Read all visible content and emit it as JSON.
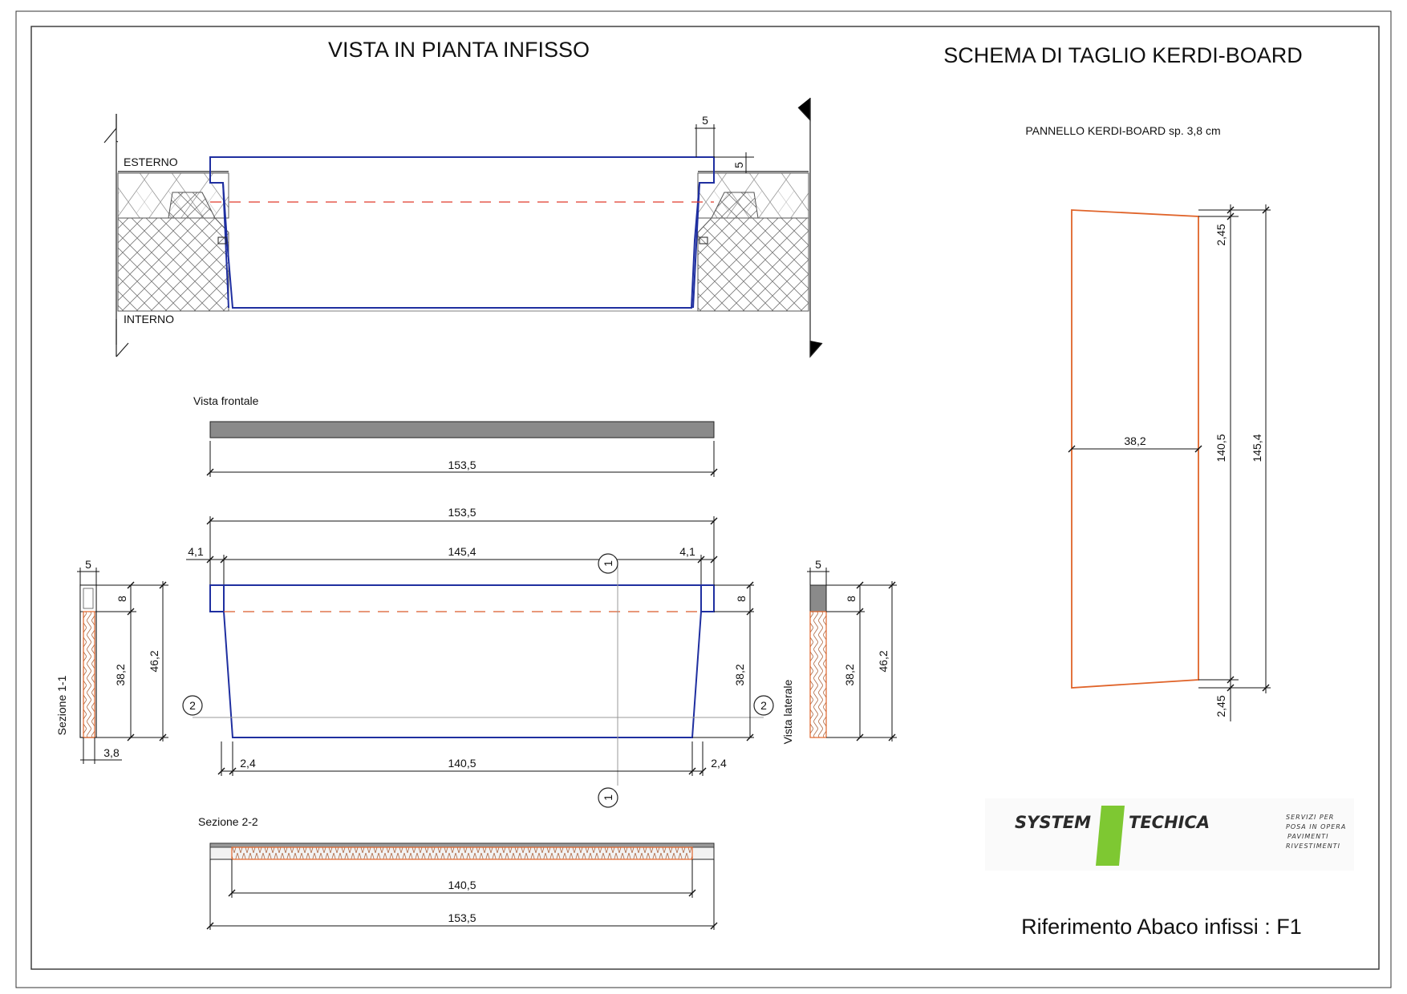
{
  "drawing": {
    "left_title": "VISTA IN PIANTA INFISSO",
    "right_title": "SCHEMA DI TAGLIO KERDI-BOARD",
    "plan": {
      "esterno": "ESTERNO",
      "interno": "INTERNO",
      "dim_frame_width": "5",
      "dim_frame_depth": "5"
    },
    "front_view": {
      "label": "Vista frontale",
      "dim_total": "153,5"
    },
    "main": {
      "dim_total": "153,5",
      "dim_left_flange": "4,1",
      "dim_inner": "145,4",
      "dim_right_flange": "4,1",
      "dim_top_band": "8",
      "dim_height": "38,2",
      "dim_bottom_left": "2,4",
      "dim_bottom": "140,5",
      "dim_bottom_right": "2,4",
      "marker_1": "1",
      "marker_2": "2"
    },
    "section_11": {
      "label": "Sezione 1-1",
      "dim_width": "5",
      "dim_top": "8",
      "dim_height": "38,2",
      "dim_total": "46,2",
      "dim_thickness": "3,8"
    },
    "side_view": {
      "label": "Vista laterale",
      "dim_width": "5",
      "dim_top": "8",
      "dim_height": "38,2",
      "dim_total": "46,2"
    },
    "section_22": {
      "label": "Sezione 2-2",
      "dim_inner": "140,5",
      "dim_total": "153,5"
    },
    "panel": {
      "label": "PANNELLO KERDI-BOARD sp. 3,8 cm",
      "dim_width": "38,2",
      "dim_top_offset": "2,45",
      "dim_inner_length": "140,5",
      "dim_total_length": "145,4",
      "dim_bottom_offset": "2,45"
    },
    "logo": {
      "left": "SYSTEM",
      "right": "TECHICA",
      "tagline": [
        "SERVIZI PER",
        "POSA IN OPERA",
        "PAVIMENTI",
        "RIVESTIMENTI"
      ]
    },
    "reference": "Riferimento Abaco infissi : F1"
  },
  "colors": {
    "frame_blue": "#1f2fa0",
    "panel_orange": "#e0642a",
    "dash_red": "#e03a2a",
    "logo_green": "#7ec832"
  }
}
